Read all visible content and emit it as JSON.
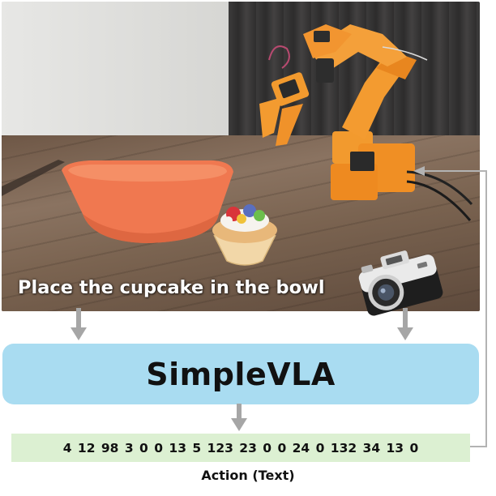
{
  "prompt_text": "Place the cupcake in the bowl",
  "model_label": "SimpleVLA",
  "action_tokens": "4 12 98 3 0 0 13 5 123 23 0 0 24 0 132 34 13 0",
  "action_caption": "Action (Text)",
  "colors": {
    "model_box": "#a9dcf1",
    "token_box": "#dcf0d2",
    "arrow": "#a6a6a6",
    "robot": "#f0962a",
    "bowl": "#f07850"
  },
  "icons": [
    "robot-arm-image",
    "bowl-image",
    "cupcake-image",
    "camera-icon"
  ]
}
